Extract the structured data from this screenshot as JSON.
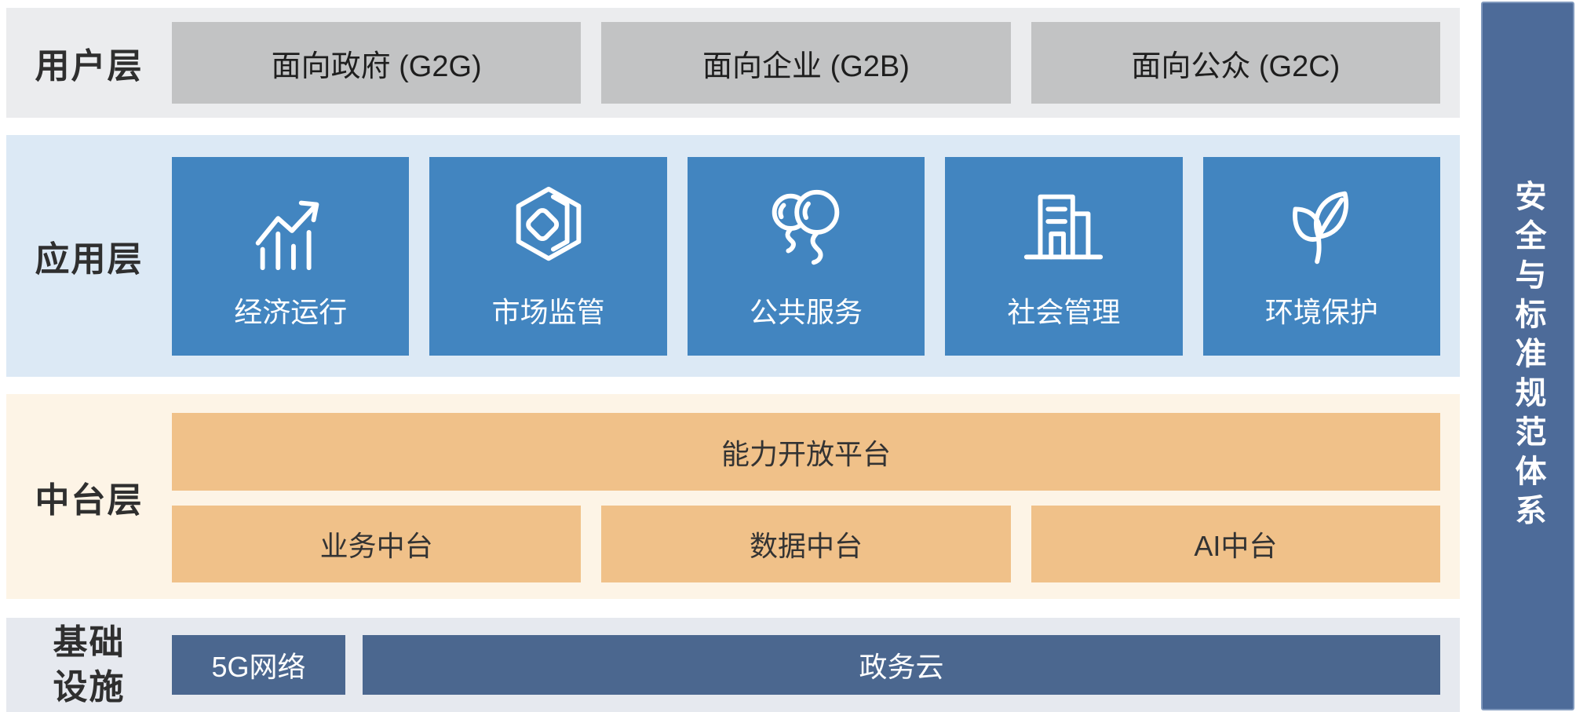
{
  "diagram": {
    "sidebar": {
      "label": "安全与标准规范体系"
    },
    "layers": {
      "user": {
        "label": "用户层",
        "items": [
          {
            "label": "面向政府 (G2G)"
          },
          {
            "label": "面向企业 (G2B)"
          },
          {
            "label": "面向公众 (G2C)"
          }
        ]
      },
      "application": {
        "label": "应用层",
        "items": [
          {
            "label": "经济运行",
            "icon": "trend-chart-icon"
          },
          {
            "label": "市场监管",
            "icon": "hexagon-cube-icon"
          },
          {
            "label": "公共服务",
            "icon": "balloons-icon"
          },
          {
            "label": "社会管理",
            "icon": "buildings-icon"
          },
          {
            "label": "环境保护",
            "icon": "leaves-icon"
          }
        ]
      },
      "middle": {
        "label": "中台层",
        "platform": {
          "label": "能力开放平台"
        },
        "items": [
          {
            "label": "业务中台"
          },
          {
            "label": "数据中台"
          },
          {
            "label": "AI中台"
          }
        ]
      },
      "infrastructure": {
        "label": "基础设施",
        "items": [
          {
            "label": "5G网络"
          },
          {
            "label": "政务云"
          }
        ]
      }
    },
    "colors": {
      "user_bg": "#ebecee",
      "user_box": "#c2c3c4",
      "app_bg": "#dce9f5",
      "app_box": "#4285c0",
      "middle_bg": "#fdf4e6",
      "middle_box": "#f0c189",
      "infra_bg": "#e6e9ef",
      "infra_box": "#4b678f",
      "sidebar": "#4d6b99"
    }
  }
}
